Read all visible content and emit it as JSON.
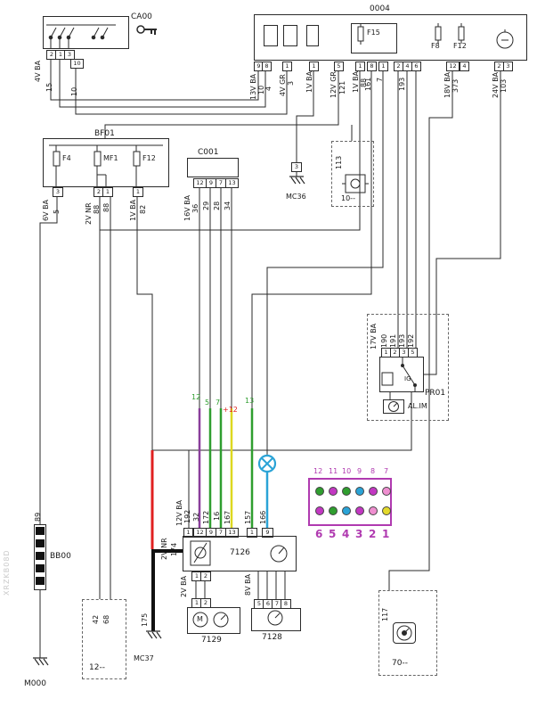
{
  "watermark": "XRZKB08D",
  "colors": {
    "wire_green": "#2f9e2f",
    "wire_yellow": "#ddd820",
    "wire_purple": "#8a3f9b",
    "wire_blue": "#2aa3d6",
    "wire_red": "#e02020",
    "wire_black": "#111111",
    "connector_purple": "#b03ab0",
    "dot_magenta": "#c238c2",
    "dot_pink": "#ef8fd0",
    "dot_yellow": "#e3d92c"
  },
  "ca00": {
    "title": "CA00",
    "pins": [
      "2",
      "1",
      "3",
      "10"
    ],
    "wires": [
      "4V BA",
      "15",
      "10"
    ]
  },
  "u0004": {
    "title": "0004",
    "fuses": [
      "F15",
      "F8",
      "F12"
    ],
    "pins": [
      "9",
      "8",
      "1",
      "1",
      "5",
      "1",
      "8",
      "1",
      "2",
      "4",
      "6",
      "12",
      "4",
      "2",
      "3"
    ],
    "wires": [
      "13V BA",
      "10",
      "4",
      "4V GR",
      "3",
      "1V BA",
      "12V GR",
      "121",
      "1V BA",
      "88",
      "161",
      "7",
      "193",
      "18V BA",
      "373",
      "24V BA",
      "103"
    ]
  },
  "bf01": {
    "title": "BF01",
    "fuses": [
      "F4",
      "MF1",
      "F12"
    ],
    "pins": [
      "3",
      "2",
      "1",
      "1"
    ],
    "wires": [
      "6V BA",
      "5",
      "2V NR",
      "88",
      "88",
      "1V BA",
      "82"
    ]
  },
  "c001": {
    "title": "C001",
    "pins": [
      "12",
      "9",
      "7",
      "13"
    ],
    "wires": [
      "16V BA",
      "36",
      "29",
      "28",
      "34"
    ]
  },
  "mc36": {
    "label": "MC36",
    "pin": "3"
  },
  "u113": {
    "id": "113",
    "label": "10--"
  },
  "pr01": {
    "title": "PR01",
    "wires": [
      "17V BA",
      "190",
      "191",
      "193",
      "192"
    ],
    "relay_pins": [
      "1",
      "2",
      "3",
      "5"
    ],
    "relay_text": "IG",
    "alim_label": "AL.IM"
  },
  "u7126": {
    "title": "7126",
    "top_wires": [
      "12V BA",
      "192",
      "32",
      "172",
      "16",
      "167",
      "157",
      "166"
    ],
    "top_pins": [
      "1",
      "12",
      "9",
      "7",
      "13",
      "1",
      "9"
    ],
    "left_wires": [
      "2V NR",
      "174"
    ],
    "bottom_pins": [
      "1",
      "2"
    ]
  },
  "wire_tags": {
    "t12": "12",
    "t5": "5",
    "t7": "7",
    "tp12": "+12",
    "t13": "13"
  },
  "conn": {
    "top_nums": [
      "12",
      "11",
      "10",
      "9",
      "8",
      "7"
    ],
    "bottom_nums": [
      "6",
      "5",
      "4",
      "3",
      "2",
      "1"
    ],
    "top_dot_colors": [
      "green",
      "magenta",
      "green",
      "teal",
      "magenta",
      "pink"
    ],
    "bottom_dot_colors": [
      "magenta",
      "green",
      "teal",
      "magenta",
      "pink",
      "yellow"
    ]
  },
  "u7129": {
    "title": "7129",
    "pins": [
      "1",
      "2"
    ],
    "wire": "2V BA",
    "motor_letter": "M"
  },
  "u7128": {
    "title": "7128",
    "pins": [
      "5",
      "6",
      "7",
      "8"
    ],
    "wire": "8V BA"
  },
  "bb00": {
    "title": "BB00",
    "wire": "89"
  },
  "m000": {
    "label": "M000"
  },
  "mc37": {
    "label": "MC37",
    "wire": "175"
  },
  "u12": {
    "label": "12--",
    "wires": [
      "42",
      "68"
    ]
  },
  "u70": {
    "label": "70--",
    "wire": "117"
  }
}
